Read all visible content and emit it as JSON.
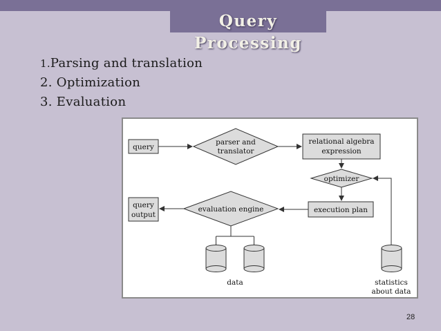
{
  "slide": {
    "title": "Query Processing",
    "points": [
      {
        "num": "1.",
        "text": "Parsing and translation"
      },
      {
        "num": "2. ",
        "text": "Optimization"
      },
      {
        "num": "3. ",
        "text": "Evaluation"
      }
    ],
    "page_number": "28"
  },
  "diagram": {
    "query": "query",
    "parser_line1": "parser and",
    "parser_line2": "translator",
    "relational_line1": "relational algebra",
    "relational_line2": "expression",
    "optimizer": "optimizer",
    "execution_plan": "execution plan",
    "evaluation_engine": "evaluation engine",
    "output_line1": "query",
    "output_line2": "output",
    "data": "data",
    "statistics_line1": "statistics",
    "statistics_line2": "about data"
  },
  "colors": {
    "background": "#c7c0d2",
    "title_bar": "#7a7096",
    "box_fill": "#dcdcdc",
    "stroke": "#333333"
  }
}
